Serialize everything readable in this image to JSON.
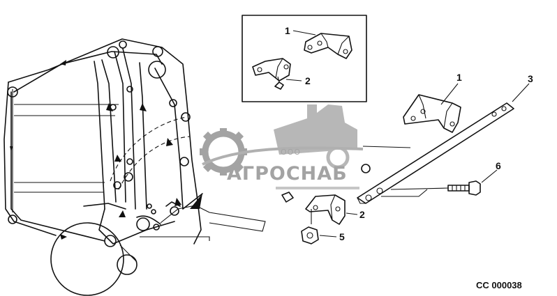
{
  "diagram": {
    "callouts": [
      {
        "id": "inset-bracket-1",
        "text": "1"
      },
      {
        "id": "inset-bracket-2",
        "text": "2"
      },
      {
        "id": "bracket-1",
        "text": "1"
      },
      {
        "id": "bar-3",
        "text": "3"
      },
      {
        "id": "bolt-6",
        "text": "6"
      },
      {
        "id": "bracket-2",
        "text": "2"
      },
      {
        "id": "nut-5",
        "text": "5"
      }
    ],
    "figure_code": "CC 000038"
  },
  "watermark": {
    "brand": "АГРОСНАБ",
    "prefix": "ООО"
  },
  "colors": {
    "line": "#111111",
    "watermark": "#9a9a9a"
  }
}
